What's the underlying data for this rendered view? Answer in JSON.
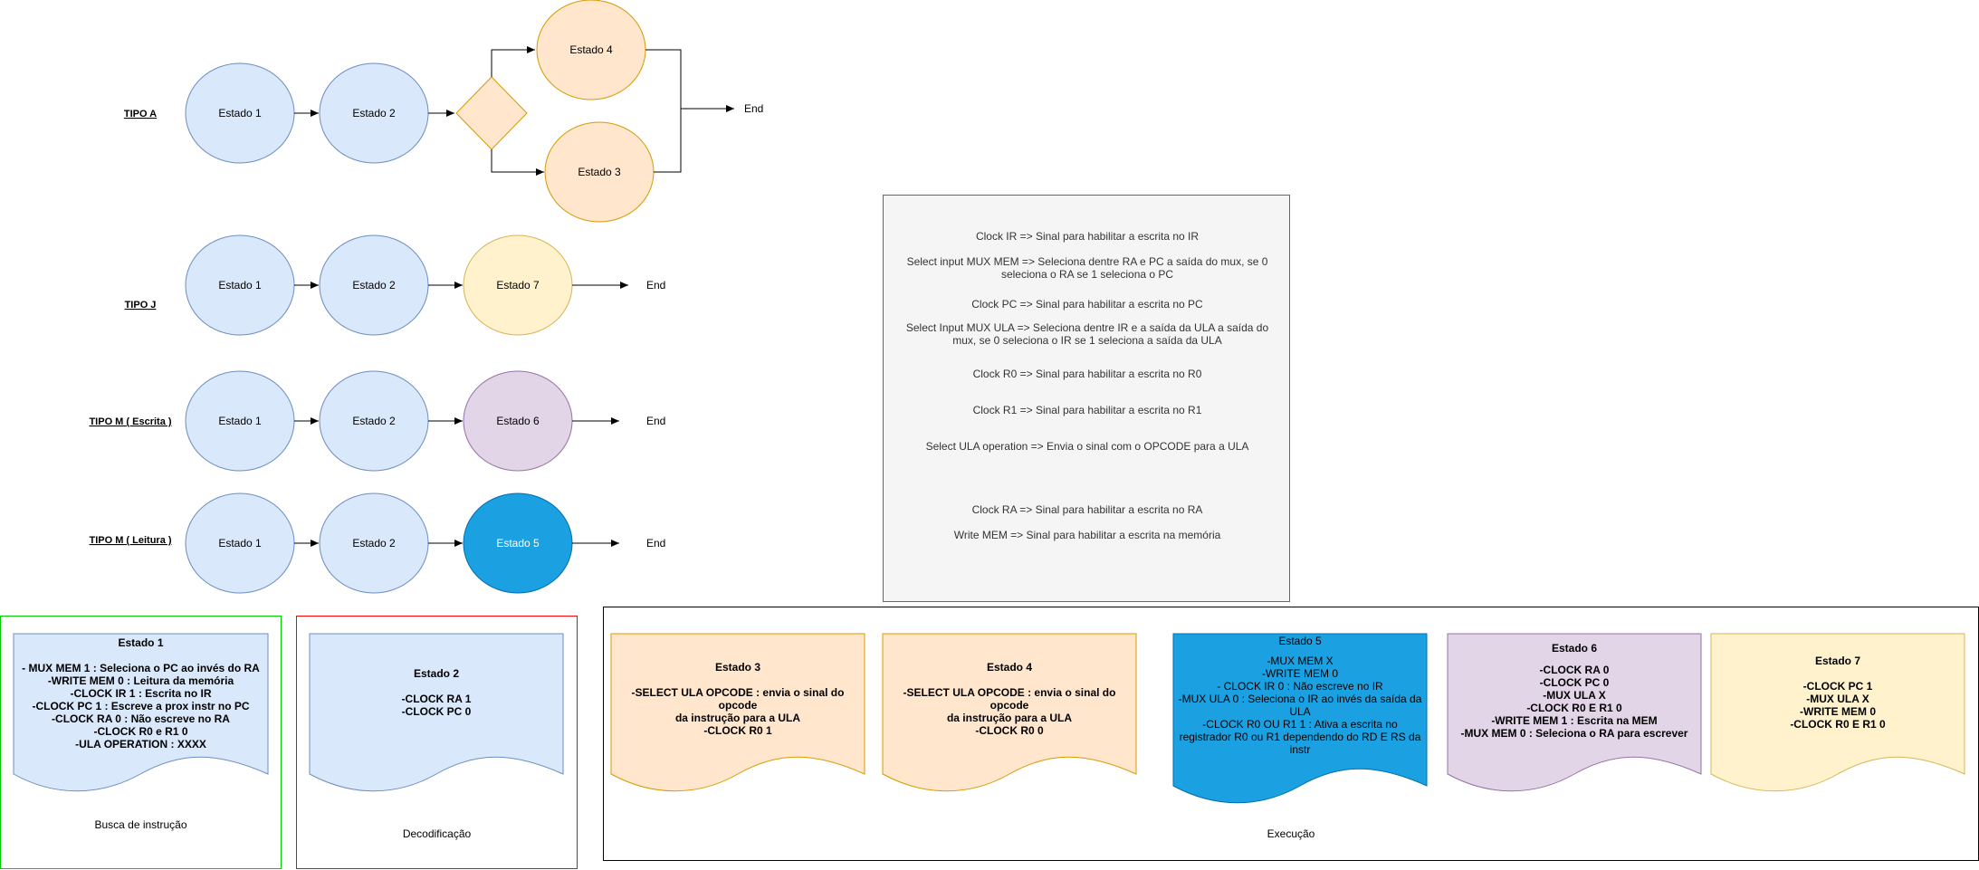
{
  "colors": {
    "blue_fill": "#dae8fc",
    "blue_stroke": "#6c8ebf",
    "orange_fill": "#ffe6cc",
    "orange_stroke": "#d79b00",
    "yellow_fill": "#fff2cc",
    "yellow_stroke": "#d6b656",
    "purple_fill": "#e1d5e7",
    "purple_stroke": "#9673a6",
    "cyan_fill": "#1ba1e2",
    "cyan_stroke": "#006eaf",
    "green_frame": "#00cc00",
    "red_frame": "#ff0000",
    "black_frame": "#000000"
  },
  "rows": {
    "tipo_a": {
      "label": "TIPO A",
      "s1": "Estado 1",
      "s2": "Estado 2",
      "s4": "Estado 4",
      "s3": "Estado 3",
      "end": "End"
    },
    "tipo_j": {
      "label": "TIPO J",
      "s1": "Estado 1",
      "s2": "Estado 2",
      "s7": "Estado 7",
      "end": "End"
    },
    "tipo_m_escrita": {
      "label": "TIPO M ( Escrita )",
      "s1": "Estado 1",
      "s2": "Estado 2",
      "s6": "Estado 6",
      "end": "End"
    },
    "tipo_m_leitura": {
      "label": "TIPO M ( Leitura )",
      "s1": "Estado 1",
      "s2": "Estado 2",
      "s5": "Estado 5",
      "end": "End"
    }
  },
  "info": {
    "l1": "Clock IR => Sinal para habilitar a escrita no IR",
    "l2a": "Select input MUX MEM =>  Seleciona dentre RA  e PC a saída do mux, se 0",
    "l2b": "seleciona o RA se 1 seleciona o PC",
    "l3": "Clock PC => Sinal para habilitar a escrita no PC",
    "l4a": "Select Input MUX ULA => Seleciona dentre IR  e a  saída da ULA a saída do",
    "l4b": "mux, se 0 seleciona o IR se 1 seleciona a saída da ULA",
    "l5": "Clock R0 => Sinal para habilitar a escrita no R0",
    "l6": "Clock R1 => Sinal para habilitar a escrita no R1",
    "l7": "Select ULA operation => Envia o sinal com o OPCODE para a ULA",
    "l8": "Clock RA => Sinal para habilitar a escrita no RA",
    "l9": "Write MEM => Sinal para habilitar a escrita na memória"
  },
  "frames": {
    "busca": "Busca de instrução",
    "decodificacao": "Decodificação",
    "execucao": "Execução"
  },
  "docs": {
    "e1": {
      "title": "Estado 1",
      "lines": [
        "- MUX MEM 1 : Seleciona o PC ao invés do RA",
        "-WRITE MEM 0 : Leitura da memória",
        "-CLOCK IR 1 : Escrita no IR",
        "-CLOCK PC 1 : Escreve a prox instr no PC",
        "-CLOCK RA 0 : Não escreve no RA",
        "-CLOCK R0 e R1  0",
        "-ULA OPERATION : XXXX"
      ]
    },
    "e2": {
      "title": "Estado 2",
      "lines": [
        "-CLOCK RA 1",
        "-CLOCK PC 0"
      ]
    },
    "e3": {
      "title": "Estado 3",
      "lines": [
        "-SELECT ULA  OPCODE : envia o sinal do opcode",
        "da instrução para a ULA",
        "-CLOCK R0 1"
      ]
    },
    "e4": {
      "title": "Estado 4",
      "lines": [
        "-SELECT ULA  OPCODE : envia o sinal do opcode",
        "da instrução para a ULA",
        "-CLOCK R0 0"
      ]
    },
    "e5": {
      "title": "Estado 5",
      "lines": [
        "-MUX MEM X",
        "-WRITE MEM 0",
        "- CLOCK IR 0 : Não escreve no IR",
        "-MUX ULA 0 : Seleciona o IR ao invés da saída da",
        "ULA",
        "-CLOCK R0 OU R1 1 : Ativa a escrita no",
        "registrador R0 ou R1 dependendo do RD E RS da",
        "instr"
      ]
    },
    "e6": {
      "title": "Estado 6",
      "lines": [
        "-CLOCK RA 0",
        "-CLOCK PC 0",
        "-MUX ULA X",
        "-CLOCK R0 E R1 0",
        "-WRITE MEM 1 : Escrita na MEM",
        "-MUX MEM 0 : Seleciona o RA para escrever"
      ]
    },
    "e7": {
      "title": "Estado 7",
      "lines": [
        "-CLOCK PC 1",
        "-MUX ULA X",
        "-WRITE MEM 0",
        "-CLOCK R0 E R1 0"
      ]
    }
  }
}
